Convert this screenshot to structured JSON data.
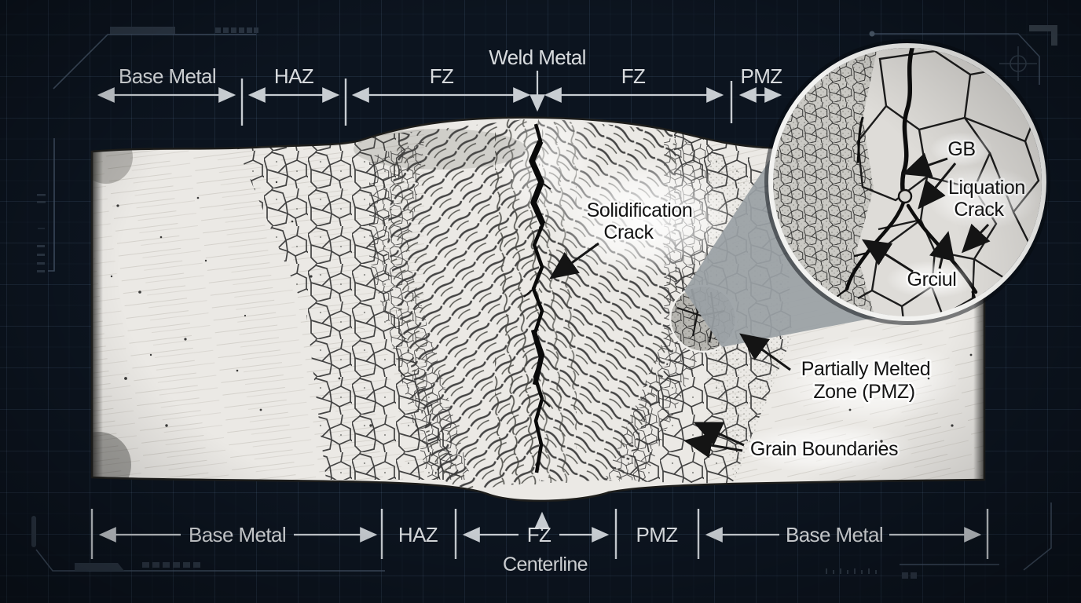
{
  "top_dim": {
    "base_metal": "Base Metal",
    "haz": "HAZ",
    "fz_left": "FZ",
    "weld_metal": "Weld Metal",
    "fz_right": "FZ",
    "pmz": "PMZ"
  },
  "bottom_dim": {
    "base_metal_left": "Base Metal",
    "haz": "HAZ",
    "fz": "FZ",
    "pmz": "PMZ",
    "base_metal_right": "Base Metal",
    "centerline": "Centerline"
  },
  "annotations": {
    "solidification_crack": {
      "line1": "Solidification",
      "line2": "Crack"
    },
    "partially_melted": {
      "line1": "Partially Melted",
      "line2": "Zone (PMZ)"
    },
    "grain_boundaries": "Grain Boundaries"
  },
  "inset": {
    "gb": "GB",
    "liquation_crack": {
      "line1": "Liquation",
      "line2": "Crack"
    },
    "grain_garbled": "Grciul"
  },
  "colors": {
    "background": "#0c141f",
    "grid_line": "#223140",
    "dimension_line": "#c8cdd2",
    "label_text": "#d8dbde",
    "annotation_text": "#141414",
    "specimen_light": "#ebe9e5",
    "wedge_gray": "#9aa0a5",
    "crack_black": "#0b0b0b",
    "inset_ring": "#f2f2f0"
  }
}
